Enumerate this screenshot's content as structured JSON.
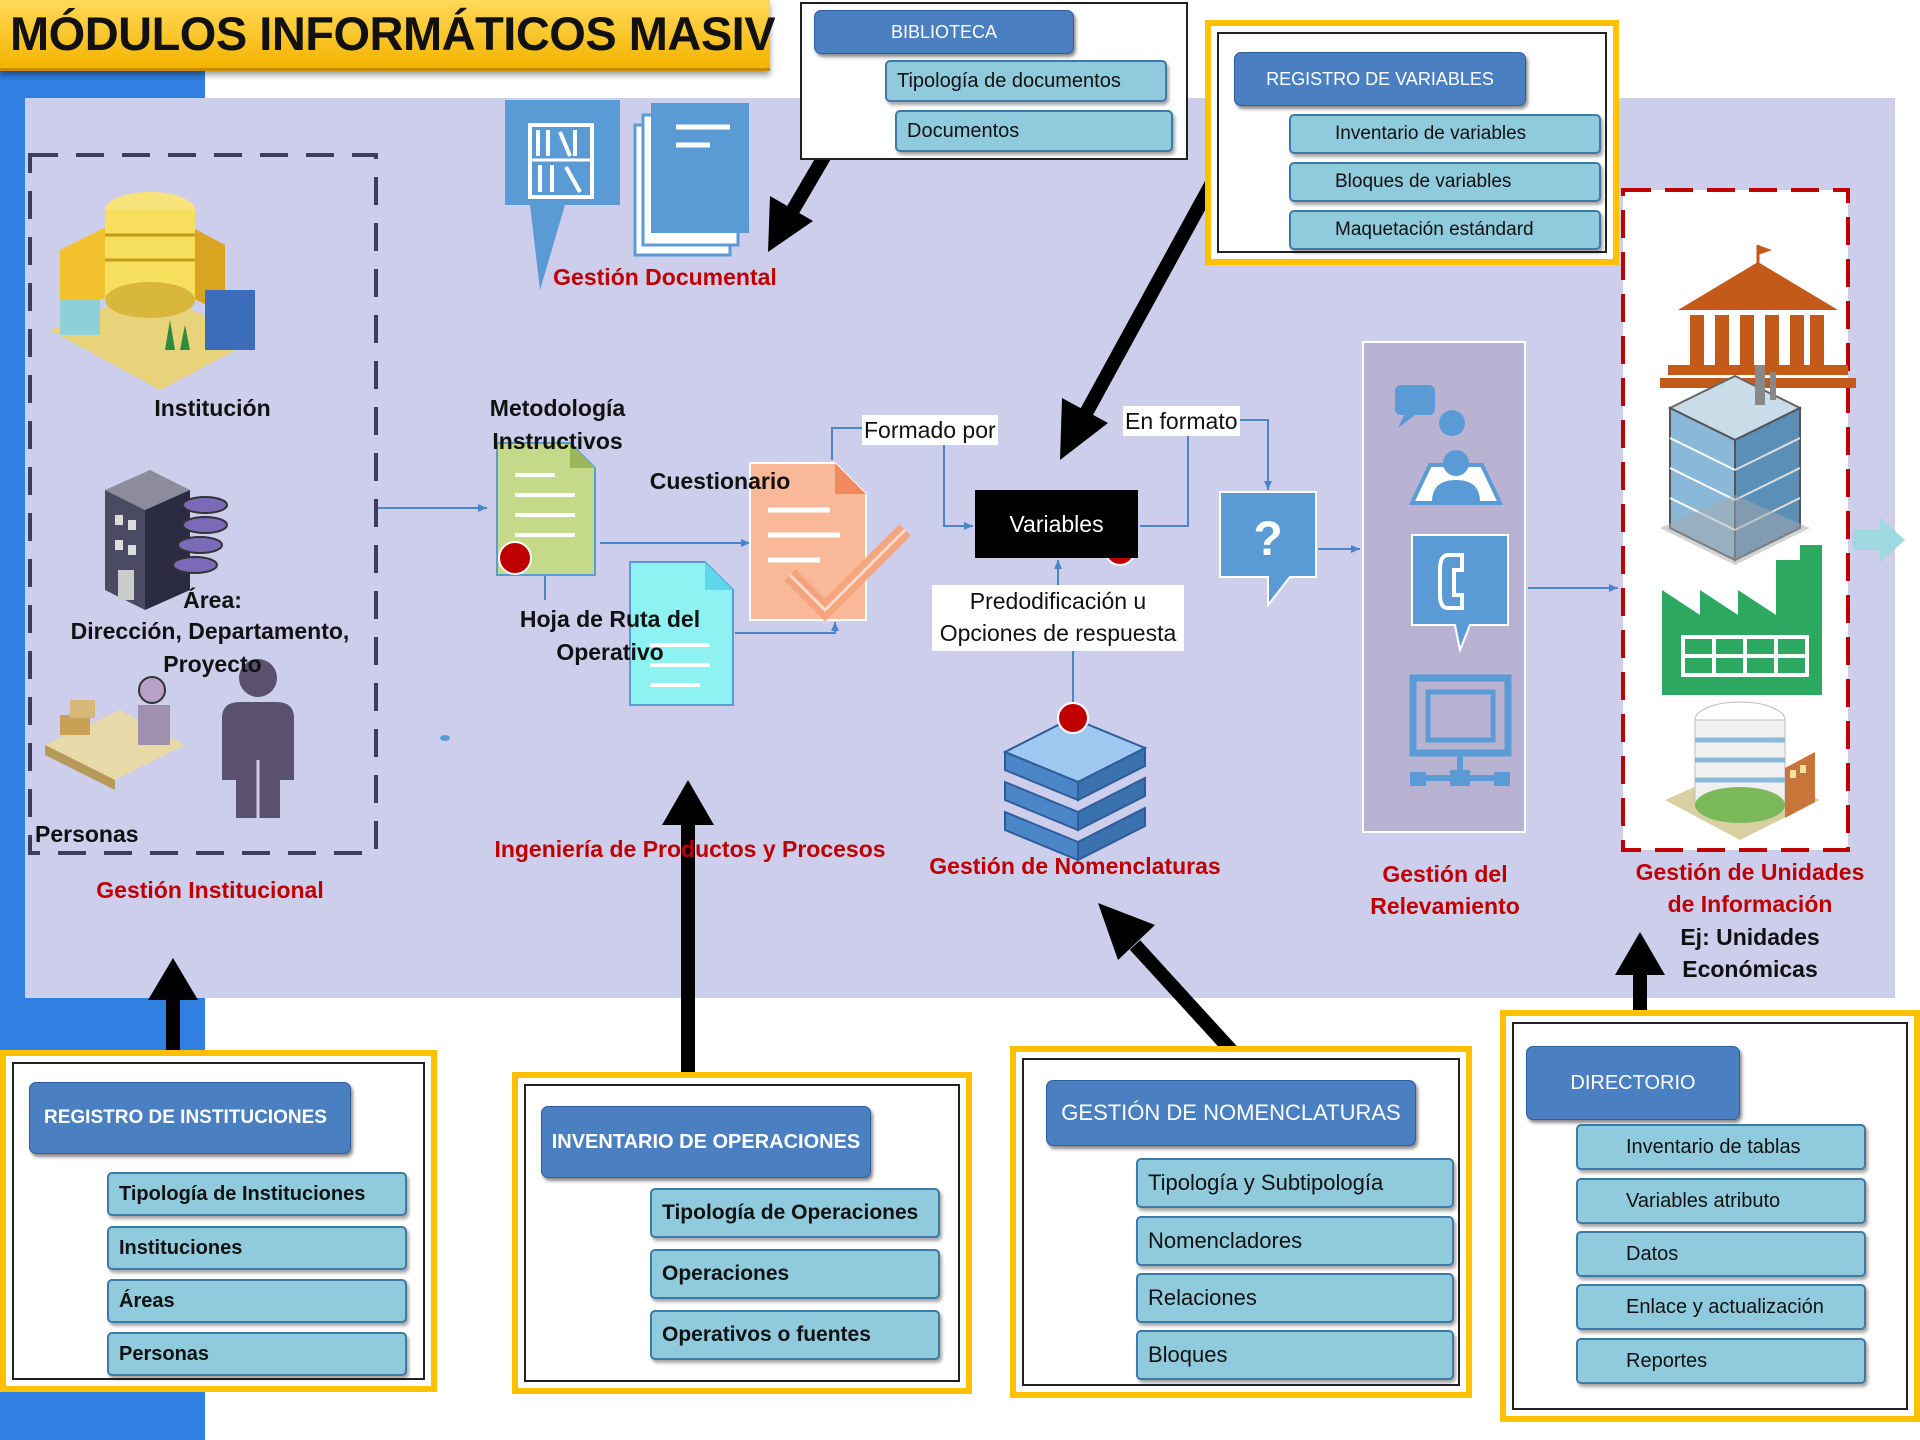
{
  "title": "MÓDULOS INFORMÁTICOS MASIV",
  "labels": {
    "institucion": "Institución",
    "area_line1": "Área:",
    "area_line2": "Dirección, Departamento,",
    "area_line3": "Proyecto",
    "personas": "Personas",
    "gestion_institucional": "Gestión Institucional",
    "gestion_documental": "Gestión Documental",
    "metodologia": "Metodología",
    "instructivos": "Instructivos",
    "cuestionario": "Cuestionario",
    "hoja_ruta_1": "Hoja de Ruta del",
    "hoja_ruta_2": "Operativo",
    "ingenieria": "Ingeniería de Productos y Procesos",
    "formado_por": "Formado por",
    "en_formato": "En formato",
    "variables": "Variables",
    "predodificacion_1": "Predodificación u",
    "predodificacion_2": "Opciones de respuesta",
    "gestion_nomenclaturas": "Gestión de  Nomenclaturas",
    "gestion_relevamiento_1": "Gestión del",
    "gestion_relevamiento_2": "Relevamiento",
    "gestion_unidades_1": "Gestión  de Unidades",
    "gestion_unidades_2": "de Información",
    "gestion_unidades_3": "Ej: Unidades",
    "gestion_unidades_4": "Económicas"
  },
  "biblioteca": {
    "header": "BIBLIOTECA",
    "items": [
      "Tipología de documentos",
      "Documentos"
    ]
  },
  "registro_variables": {
    "header": "REGISTRO DE VARIABLES",
    "items": [
      "Inventario de variables",
      "Bloques de variables",
      "Maquetación estándard"
    ]
  },
  "registro_instituciones": {
    "header": "REGISTRO DE INSTITUCIONES",
    "items": [
      "Tipología de Instituciones",
      "Instituciones",
      "Áreas",
      "Personas"
    ]
  },
  "inventario_operaciones": {
    "header": "INVENTARIO DE OPERACIONES",
    "items": [
      "Tipología de Operaciones",
      "Operaciones",
      "Operativos o fuentes"
    ]
  },
  "gestion_nomenclaturas_box": {
    "header": "GESTIÓN DE NOMENCLATURAS",
    "items": [
      "Tipología y Subtipología",
      "Nomencladores",
      "Relaciones",
      "Bloques"
    ]
  },
  "directorio": {
    "header": "DIRECTORIO",
    "items": [
      "Inventario de tablas",
      "Variables atributo",
      "Datos",
      "Enlace y actualización",
      "Reportes"
    ]
  },
  "colors": {
    "panel": "#cdcdec",
    "frame": "#ffc000",
    "module_header": "#4a7fc1",
    "module_item": "#8fcbdc",
    "caption_red": "#c00000"
  }
}
